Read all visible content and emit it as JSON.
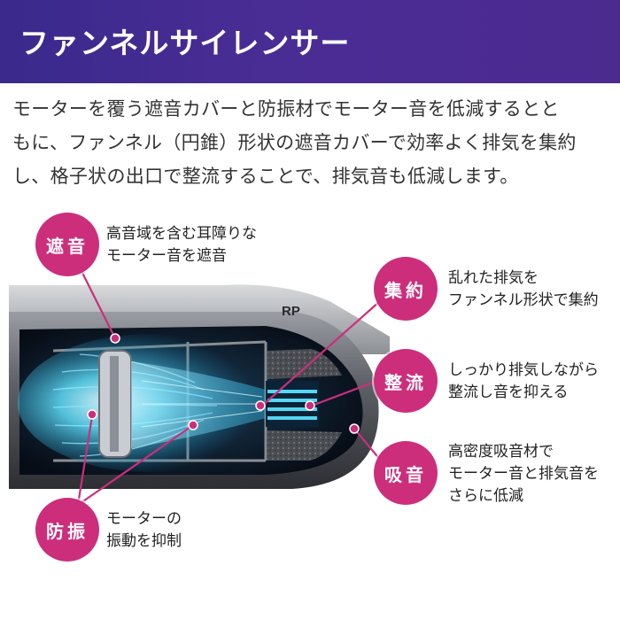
{
  "header": {
    "title": "ファンネルサイレンサー"
  },
  "description": {
    "lines": [
      "モーターを覆う遮音カバーと防振材でモーター音を低減するとと",
      "もに、ファンネル（円錐）形状の遮音カバーで効率よく排気を集約",
      "し、格子状の出口で整流することで、排気音も低減します。"
    ]
  },
  "product": {
    "brand_fragment": "RP"
  },
  "callouts": [
    {
      "label": "遮音",
      "lines": [
        "高音域を含む耳障りな",
        "モーター音を遮音"
      ]
    },
    {
      "label": "集約",
      "lines": [
        "乱れた排気を",
        "ファンネル形状で集約"
      ]
    },
    {
      "label": "整流",
      "lines": [
        "しっかり排気しながら",
        "整流し音を抑える"
      ]
    },
    {
      "label": "吸音",
      "lines": [
        "高密度吸音材で",
        "モーター音と排気音を",
        "さらに低減"
      ]
    },
    {
      "label": "防振",
      "lines": [
        "モーターの",
        "振動を抑制"
      ]
    }
  ],
  "colors": {
    "header_bg": "#3f2b90",
    "accent_magenta": "#cc2e7c",
    "glow_cyan": "#3fd4f5"
  }
}
